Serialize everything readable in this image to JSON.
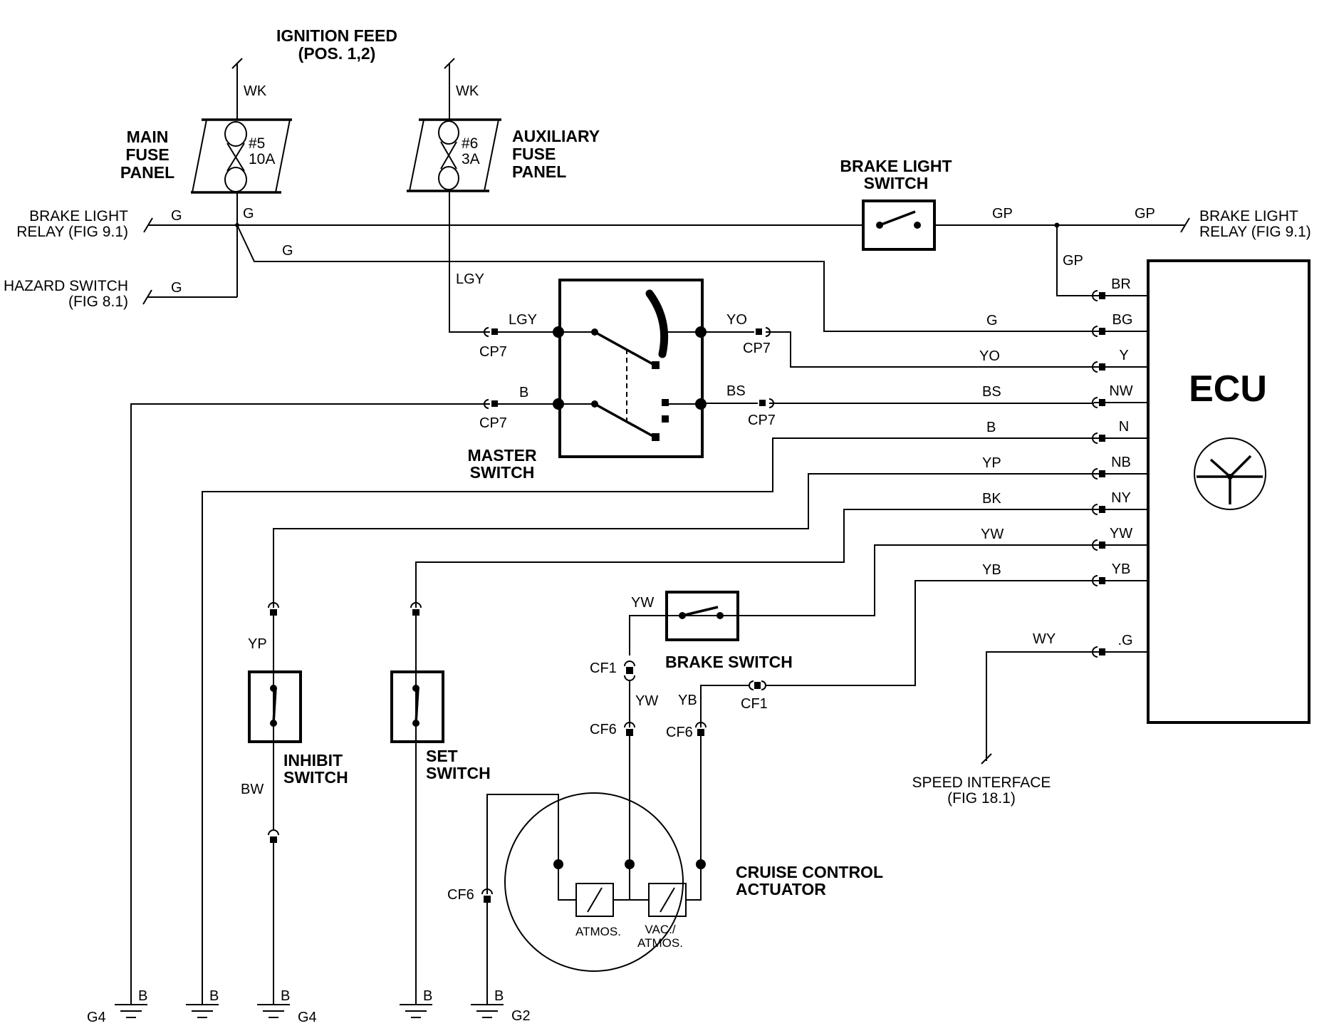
{
  "ignition_feed": {
    "line1": "IGNITION FEED",
    "line2": "(POS. 1,2)"
  },
  "main_fuse_panel": {
    "line1": "MAIN",
    "line2": "FUSE",
    "line3": "PANEL",
    "fuse_no": "#5",
    "rating": "10A"
  },
  "aux_fuse_panel": {
    "line1": "AUXILIARY",
    "line2": "FUSE",
    "line3": "PANEL",
    "fuse_no": "#6",
    "rating": "3A"
  },
  "brake_light_switch": {
    "line1": "BRAKE LIGHT",
    "line2": "SWITCH"
  },
  "brake_light_relay": {
    "line1": "BRAKE LIGHT",
    "line2": "RELAY (FIG 9.1)"
  },
  "hazard_switch": {
    "line1": "HAZARD SWITCH",
    "line2": "(FIG 8.1)"
  },
  "master_switch": {
    "line1": "MASTER",
    "line2": "SWITCH"
  },
  "ecu": {
    "label": "ECU"
  },
  "inhibit_switch": {
    "line1": "INHIBIT",
    "line2": "SWITCH"
  },
  "set_switch": {
    "line1": "SET",
    "line2": "SWITCH"
  },
  "brake_switch": {
    "label": "BRAKE SWITCH"
  },
  "actuator": {
    "line1": "CRUISE CONTROL",
    "line2": "ACTUATOR",
    "atmos": "ATMOS.",
    "vac1": "VAC./",
    "vac2": "ATMOS."
  },
  "speed_interface": {
    "line1": "SPEED INTERFACE",
    "line2": "(FIG 18.1)"
  },
  "wires": {
    "wk": "WK",
    "g": "G",
    "gp": "GP",
    "lgy": "LGY",
    "yo": "YO",
    "b": "B",
    "bs": "BS",
    "yp": "YP",
    "bk": "BK",
    "yw": "YW",
    "yb": "YB",
    "wy": "WY",
    "bw": "BW"
  },
  "connectors": {
    "cp7": "CP7",
    "cf1": "CF1",
    "cf6": "CF6"
  },
  "ecu_pins": [
    "BR",
    "BG",
    "Y",
    "NW",
    "N",
    "NB",
    "NY",
    "YW",
    "YB",
    ".G"
  ],
  "grounds": {
    "g4": "G4",
    "g2": "G2"
  }
}
